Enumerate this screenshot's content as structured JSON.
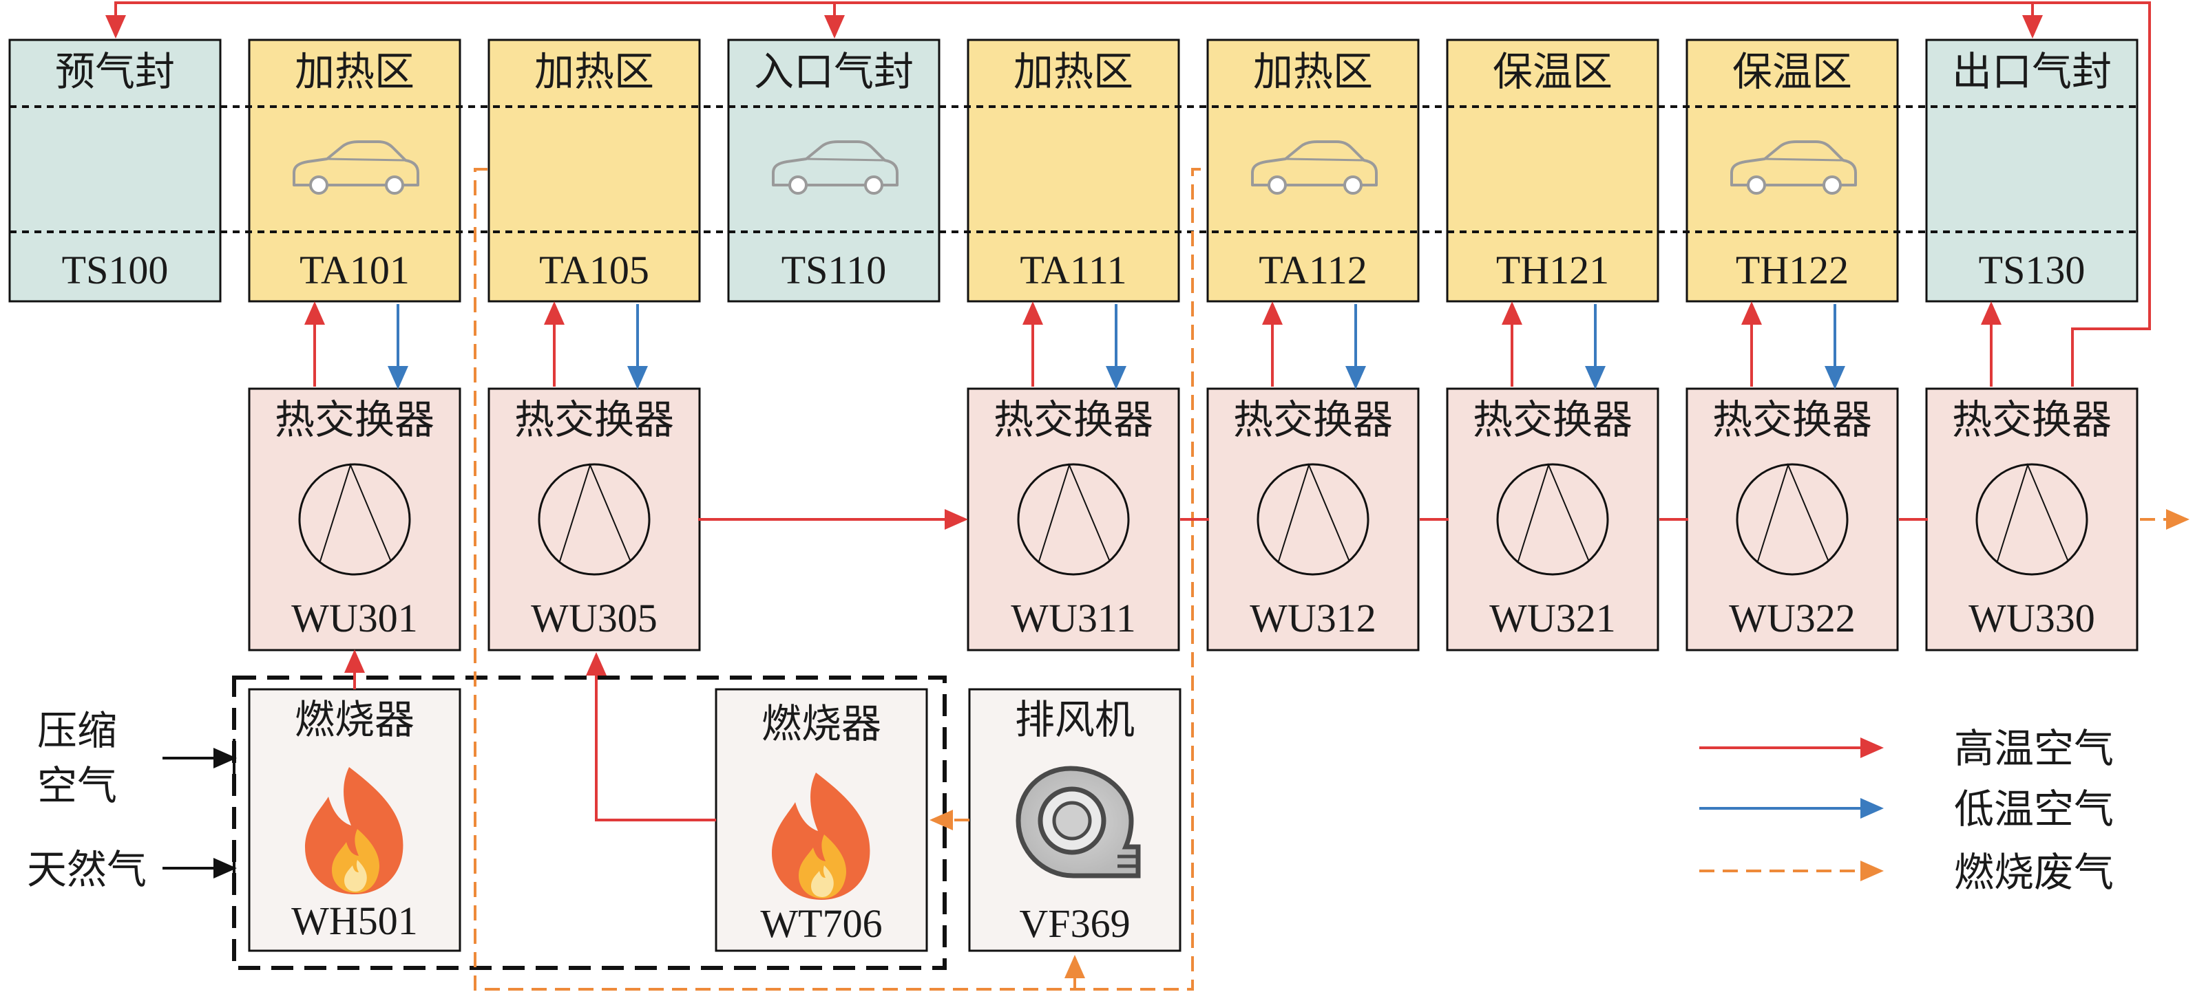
{
  "zones": [
    {
      "name": "预气封",
      "code": "TS100",
      "type": "seal",
      "car": false
    },
    {
      "name": "加热区",
      "code": "TA101",
      "type": "heat",
      "car": true
    },
    {
      "name": "加热区",
      "code": "TA105",
      "type": "heat",
      "car": false
    },
    {
      "name": "入口气封",
      "code": "TS110",
      "type": "seal",
      "car": true
    },
    {
      "name": "加热区",
      "code": "TA111",
      "type": "heat",
      "car": false
    },
    {
      "name": "加热区",
      "code": "TA112",
      "type": "heat",
      "car": true
    },
    {
      "name": "保温区",
      "code": "TH121",
      "type": "heat",
      "car": false
    },
    {
      "name": "保温区",
      "code": "TH122",
      "type": "heat",
      "car": true
    },
    {
      "name": "出口气封",
      "code": "TS130",
      "type": "seal",
      "car": false
    }
  ],
  "exchangers": [
    {
      "name": "热交换器",
      "code": "WU301",
      "col": 1
    },
    {
      "name": "热交换器",
      "code": "WU305",
      "col": 2
    },
    {
      "name": "热交换器",
      "code": "WU311",
      "col": 4
    },
    {
      "name": "热交换器",
      "code": "WU312",
      "col": 5
    },
    {
      "name": "热交换器",
      "code": "WU321",
      "col": 6
    },
    {
      "name": "热交换器",
      "code": "WU322",
      "col": 7
    },
    {
      "name": "热交换器",
      "code": "WU330",
      "col": 8
    }
  ],
  "burner1": {
    "name": "燃烧器",
    "code": "WH501"
  },
  "burner2": {
    "name": "燃烧器",
    "code": "WT706"
  },
  "fan": {
    "name": "排风机",
    "code": "VF369"
  },
  "inputs": {
    "air_line1": "压缩",
    "air_line2": "空气",
    "gas": "天然气"
  },
  "legend": [
    {
      "label": "高温空气",
      "color": "#e03a3a",
      "style": "solid"
    },
    {
      "label": "低温空气",
      "color": "#3a7bbf",
      "style": "solid"
    },
    {
      "label": "燃烧废气",
      "color": "#ee8a3a",
      "style": "dashed"
    }
  ],
  "colors": {
    "heat_zone": "#fae29a",
    "seal_zone": "#d4e6e2",
    "exchanger": "#f6e1dc",
    "burner": "#f7f3f1",
    "hot_air": "#e03a3a",
    "cold_air": "#3a7bbf",
    "exhaust": "#ee8a3a"
  }
}
